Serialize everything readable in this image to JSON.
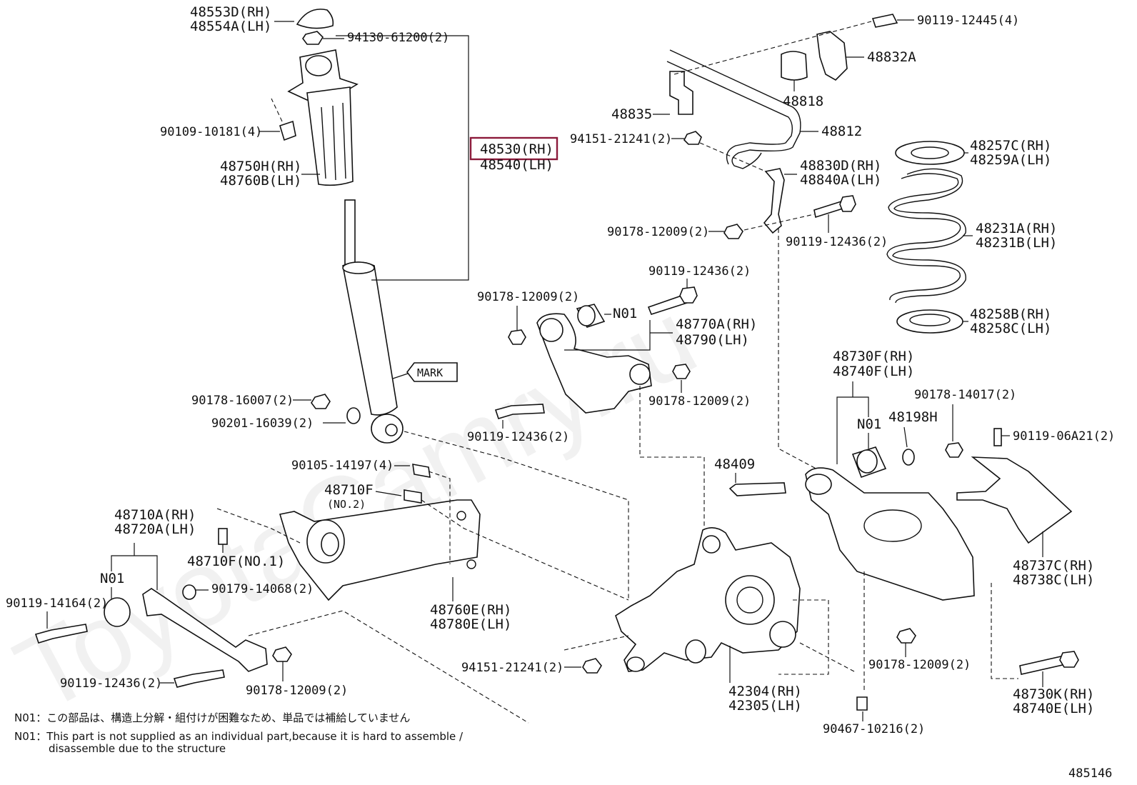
{
  "diagram": {
    "figure_number": "485146",
    "highlight_color": "#8b1a3a",
    "watermark": "ToyotaCamry.ru",
    "labels": {
      "l48553D": "48553D(RH)",
      "l48554A": "48554A(LH)",
      "l94130": "94130-61200(2)",
      "l90109": "90109-10181(4)",
      "l48750H": "48750H(RH)",
      "l48760B": "48760B(LH)",
      "l48530": "48530(RH)",
      "l48540": "48540(LH)",
      "mark": "MARK",
      "l90178_16007": "90178-16007(2)",
      "l90201": "90201-16039(2)",
      "l90105": "90105-14197(4)",
      "l48710F": "48710F",
      "l48710F_no2": "(NO.2)",
      "l48710A": "48710A(RH)",
      "l48720A": "48720A(LH)",
      "l48710F_no1": "48710F(NO.1)",
      "n01_left": "N01",
      "l90119_14164": "90119-14164(2)",
      "l90179": "90179-14068(2)",
      "l48760E": "48760E(RH)",
      "l48780E": "48780E(LH)",
      "l90119_12436_bl": "90119-12436(2)",
      "l90178_12009_bl": "90178-12009(2)",
      "l90119_12445": "90119-12445(4)",
      "l48832A": "48832A",
      "l48818": "48818",
      "l48835": "48835",
      "l48812": "48812",
      "l94151_top": "94151-21241(2)",
      "l48830D": "48830D(RH)",
      "l48840A": "48840A(LH)",
      "l90178_12009_mid": "90178-12009(2)",
      "l90119_12436_mid": "90119-12436(2)",
      "l48257C": "48257C(RH)",
      "l48259A": "48259A(LH)",
      "l48231A": "48231A(RH)",
      "l48231B": "48231B(LH)",
      "l48258B": "48258B(RH)",
      "l48258C": "48258C(LH)",
      "l90119_12436_c": "90119-12436(2)",
      "l90178_12009_c": "90178-12009(2)",
      "n01_center": "N01",
      "l48770A": "48770A(RH)",
      "l48790": "48790(LH)",
      "l90178_12009_c2": "90178-12009(2)",
      "l90119_12436_c2": "90119-12436(2)",
      "l48730F": "48730F(RH)",
      "l48740F": "48740F(LH)",
      "l90178_14017": "90178-14017(2)",
      "n01_right": "N01",
      "l48198H": "48198H",
      "l90119_06A21": "90119-06A21(2)",
      "l48409": "48409",
      "l48737C": "48737C(RH)",
      "l48738C": "48738C(LH)",
      "l94151_bot": "94151-21241(2)",
      "l42304": "42304(RH)",
      "l42305": "42305(LH)",
      "l90178_12009_br": "90178-12009(2)",
      "l48730K": "48730K(RH)",
      "l48740E": "48740E(LH)",
      "l90467": "90467-10216(2)"
    },
    "notes": {
      "jp": "N01：この部品は、構造上分解・組付けが困難なため、単品では補給していません",
      "en_1": "N01：This part is not supplied as an individual part,because it is hard to assemble /",
      "en_2": "disassemble due to the structure"
    }
  }
}
